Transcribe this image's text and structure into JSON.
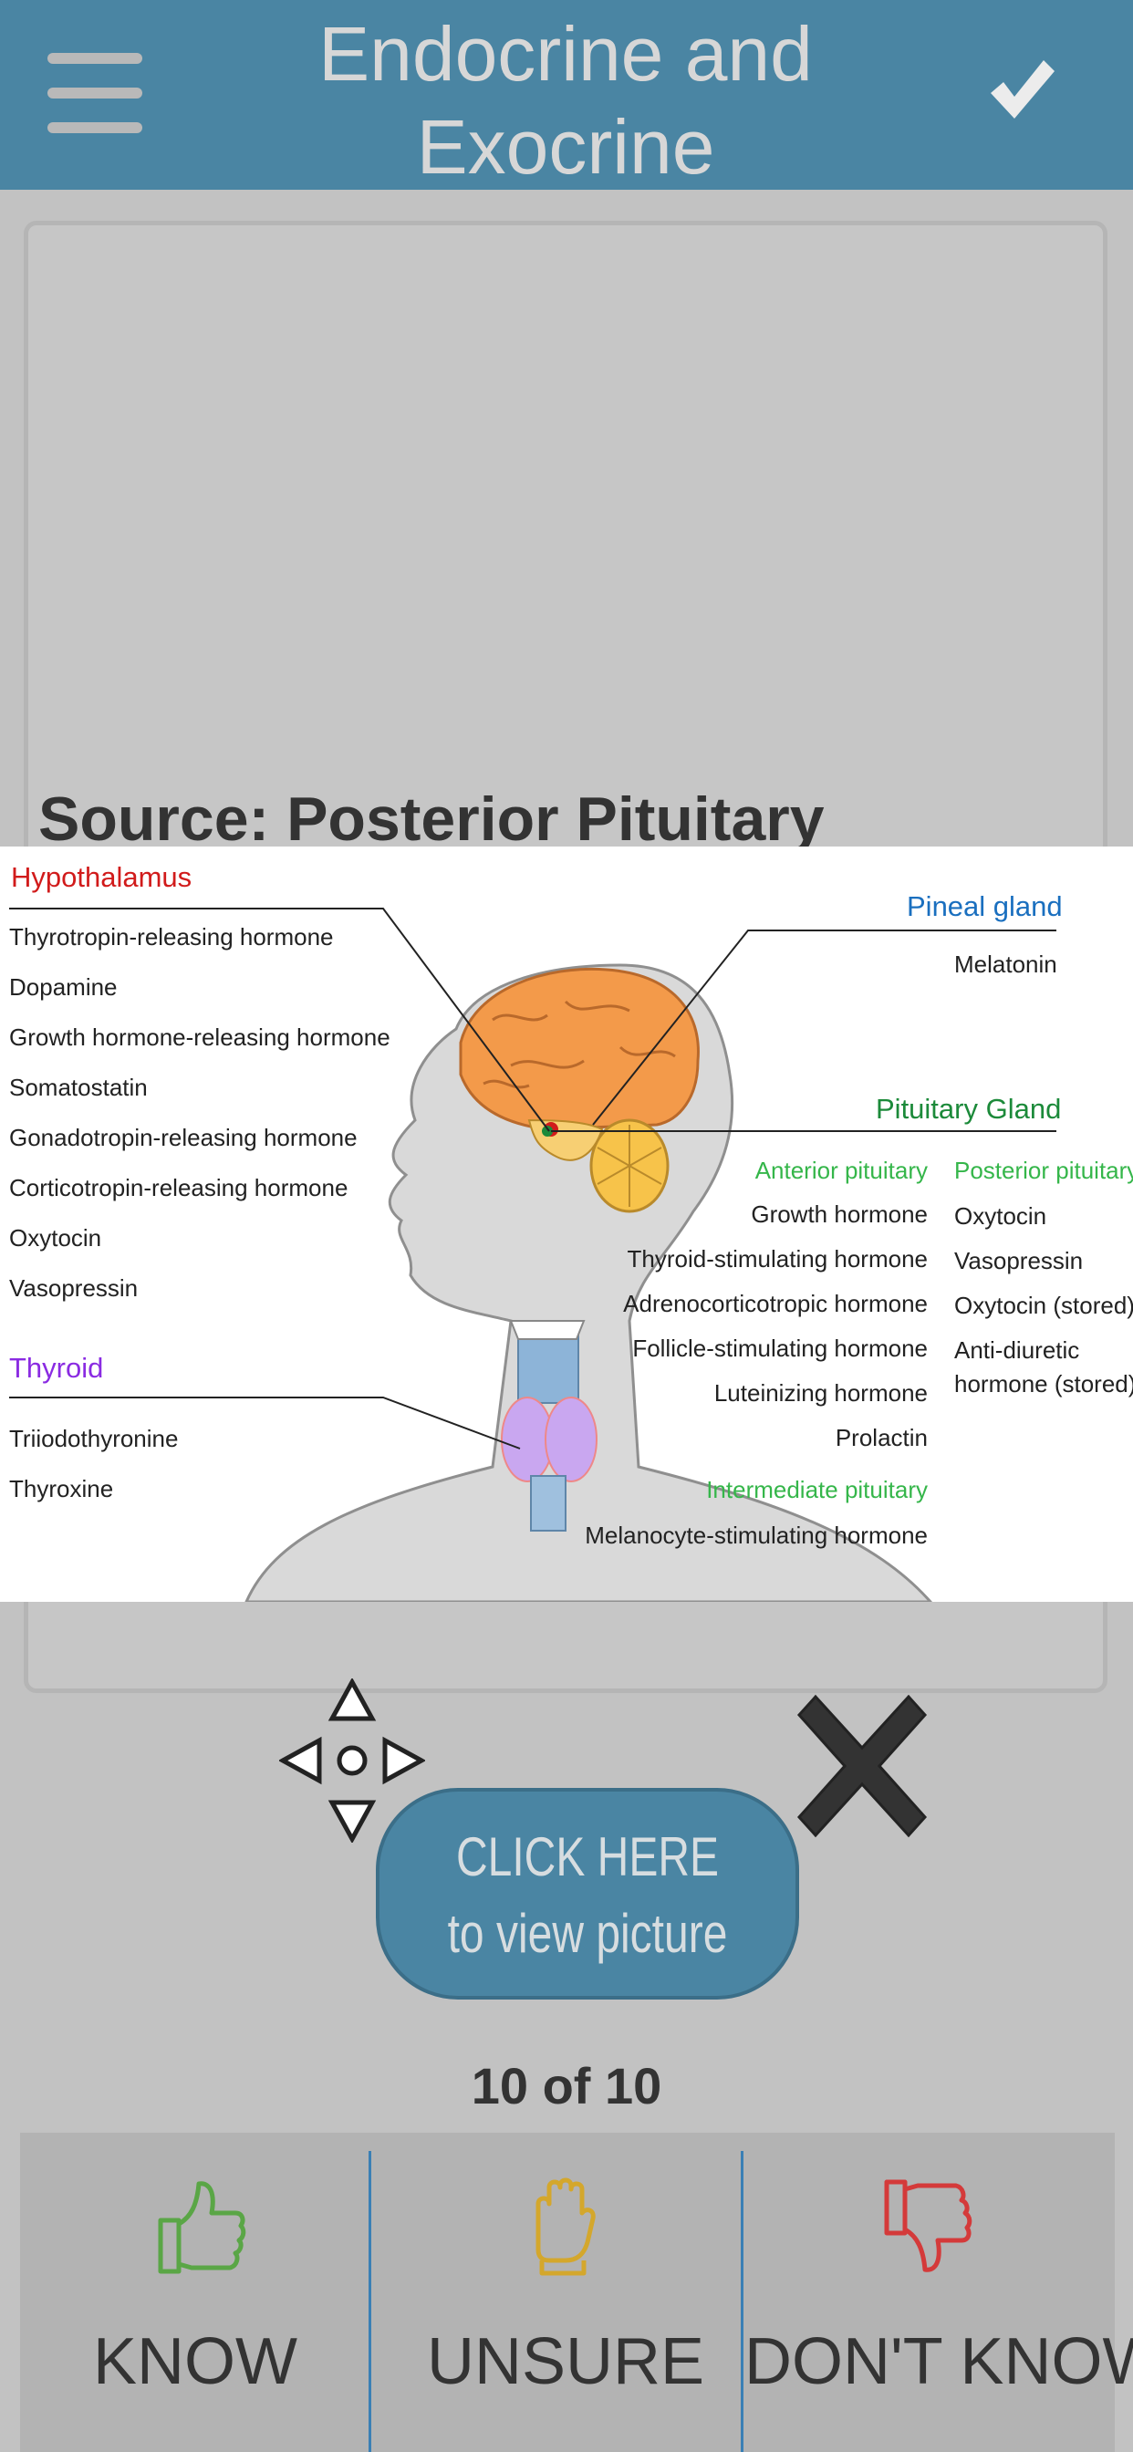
{
  "header": {
    "title_line1": "Endocrine and",
    "title_line2": "Exocrine"
  },
  "card": {
    "source_text": "Source: Posterior Pituitary"
  },
  "diagram": {
    "hypothalamus": {
      "title": "Hypothalamus",
      "items": [
        "Thyrotropin-releasing hormone",
        "Dopamine",
        "Growth hormone-releasing hormone",
        "Somatostatin",
        "Gonadotropin-releasing hormone",
        "Corticotropin-releasing hormone",
        "Oxytocin",
        "Vasopressin"
      ]
    },
    "thyroid": {
      "title": "Thyroid",
      "items": [
        "Triiodothyronine",
        "Thyroxine"
      ]
    },
    "pineal": {
      "title": "Pineal gland",
      "items": [
        "Melatonin"
      ]
    },
    "pituitary": {
      "title": "Pituitary Gland",
      "anterior_title": "Anterior pituitary",
      "anterior_items": [
        "Growth hormone",
        "Thyroid-stimulating hormone",
        "Adrenocorticotropic hormone",
        "Follicle-stimulating hormone",
        "Luteinizing hormone",
        "Prolactin"
      ],
      "intermediate_title": "Intermediate pituitary",
      "intermediate_items": [
        "Melanocyte-stimulating hormone"
      ],
      "posterior_title": "Posterior pituitary",
      "posterior_items": [
        "Oxytocin",
        "Vasopressin",
        "Oxytocin (stored)",
        "Anti-diuretic",
        "hormone (stored)"
      ]
    }
  },
  "controls": {
    "view_line1": "CLICK HERE",
    "view_line2": "to view picture"
  },
  "counter": "10 of 10",
  "answers": {
    "know": "KNOW",
    "unsure": "UNSURE",
    "dont_know": "DON'T KNOW"
  },
  "colors": {
    "header": "#4a85a3",
    "know": "#5aa646",
    "unsure": "#d4a72c",
    "dont_know": "#d43a3a"
  }
}
